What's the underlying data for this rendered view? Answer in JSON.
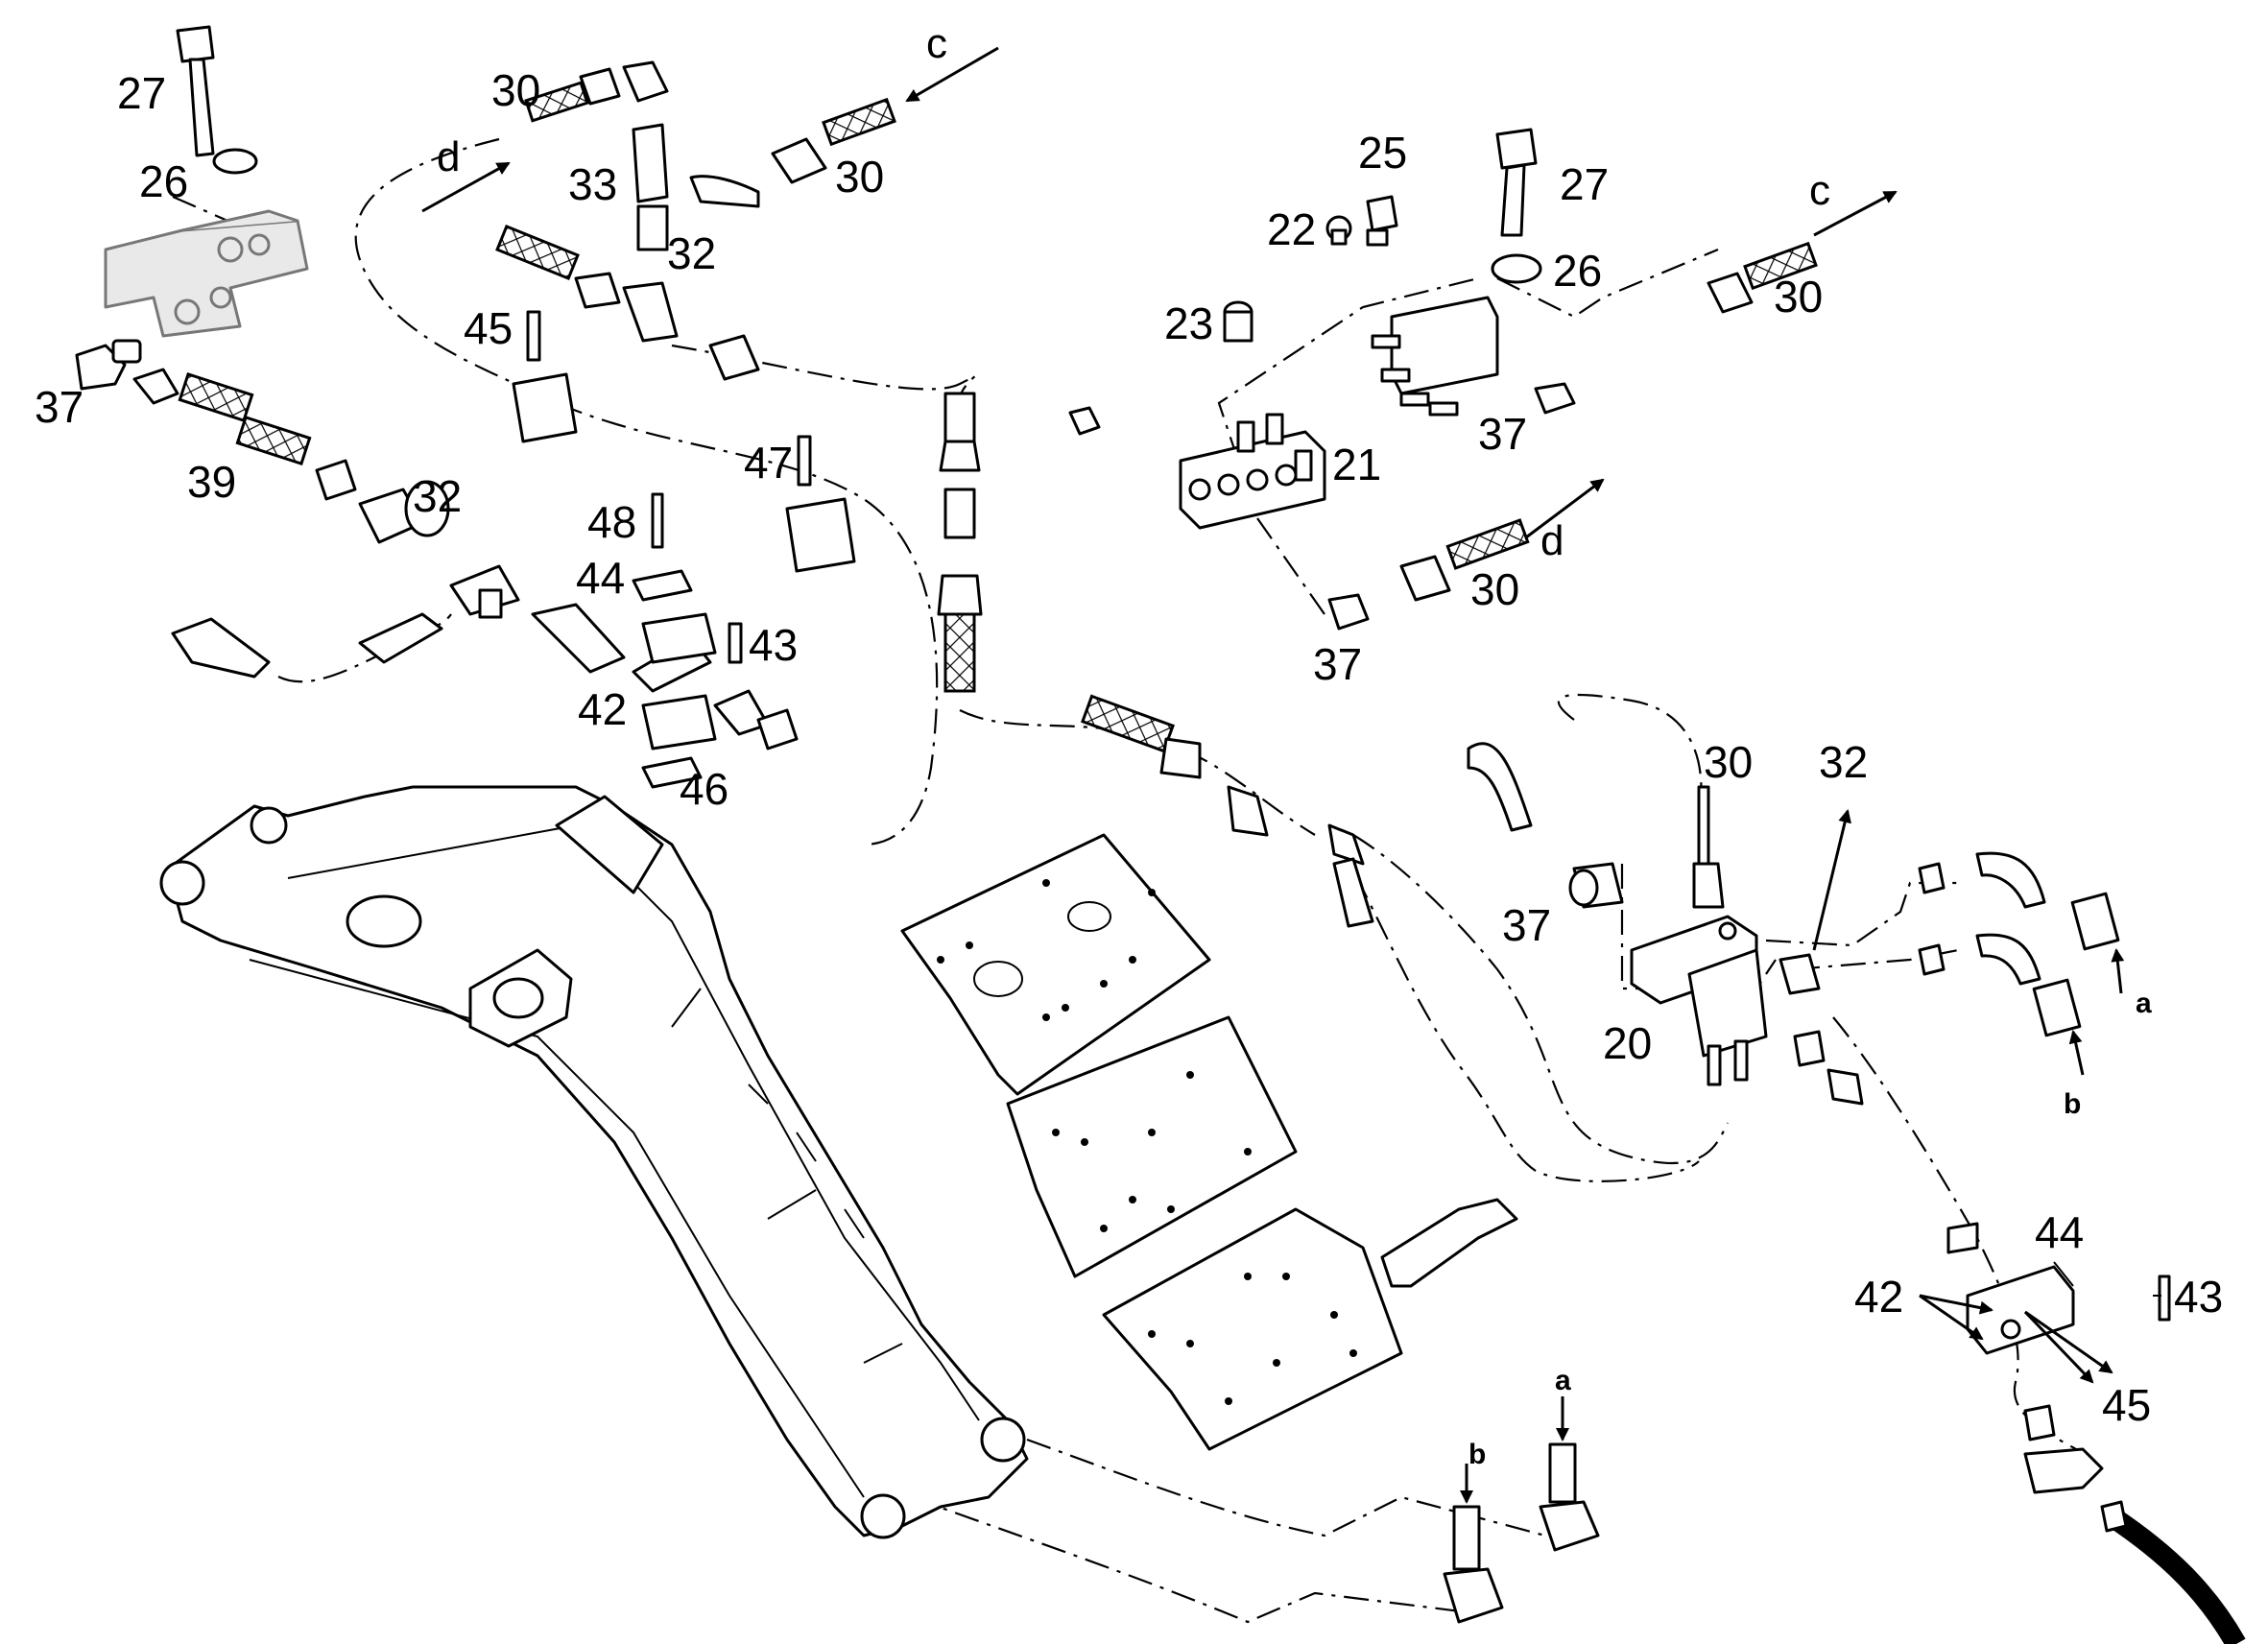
{
  "callouts": [
    {
      "id": "c27a",
      "text": "27"
    },
    {
      "id": "c26a",
      "text": "26"
    },
    {
      "id": "c37a",
      "text": "37"
    },
    {
      "id": "c39",
      "text": "39"
    },
    {
      "id": "c32a",
      "text": "32"
    },
    {
      "id": "c30a",
      "text": "30"
    },
    {
      "id": "c33",
      "text": "33"
    },
    {
      "id": "c32b",
      "text": "32"
    },
    {
      "id": "c30b",
      "text": "30"
    },
    {
      "id": "c45a",
      "text": "45"
    },
    {
      "id": "c47",
      "text": "47"
    },
    {
      "id": "c48",
      "text": "48"
    },
    {
      "id": "c44a",
      "text": "44"
    },
    {
      "id": "c43a",
      "text": "43"
    },
    {
      "id": "c42a",
      "text": "42"
    },
    {
      "id": "c46",
      "text": "46"
    },
    {
      "id": "c25",
      "text": "25"
    },
    {
      "id": "c22",
      "text": "22"
    },
    {
      "id": "c27b",
      "text": "27"
    },
    {
      "id": "c26b",
      "text": "26"
    },
    {
      "id": "c23",
      "text": "23"
    },
    {
      "id": "c30c",
      "text": "30"
    },
    {
      "id": "c37b",
      "text": "37"
    },
    {
      "id": "c21",
      "text": "21"
    },
    {
      "id": "c30d",
      "text": "30"
    },
    {
      "id": "c37c",
      "text": "37"
    },
    {
      "id": "c30e",
      "text": "30"
    },
    {
      "id": "c32c",
      "text": "32"
    },
    {
      "id": "c37d",
      "text": "37"
    },
    {
      "id": "c20",
      "text": "20"
    },
    {
      "id": "c44b",
      "text": "44"
    },
    {
      "id": "c42b",
      "text": "42"
    },
    {
      "id": "c43b",
      "text": "43"
    },
    {
      "id": "c45b",
      "text": "45"
    }
  ],
  "connection_labels": [
    {
      "id": "lc1",
      "text": "c"
    },
    {
      "id": "ld1",
      "text": "d"
    },
    {
      "id": "lc2",
      "text": "c"
    },
    {
      "id": "ld2",
      "text": "d"
    },
    {
      "id": "la1",
      "text": "a"
    },
    {
      "id": "lb1",
      "text": "b"
    },
    {
      "id": "la2",
      "text": "a"
    },
    {
      "id": "lb2",
      "text": "b"
    }
  ]
}
